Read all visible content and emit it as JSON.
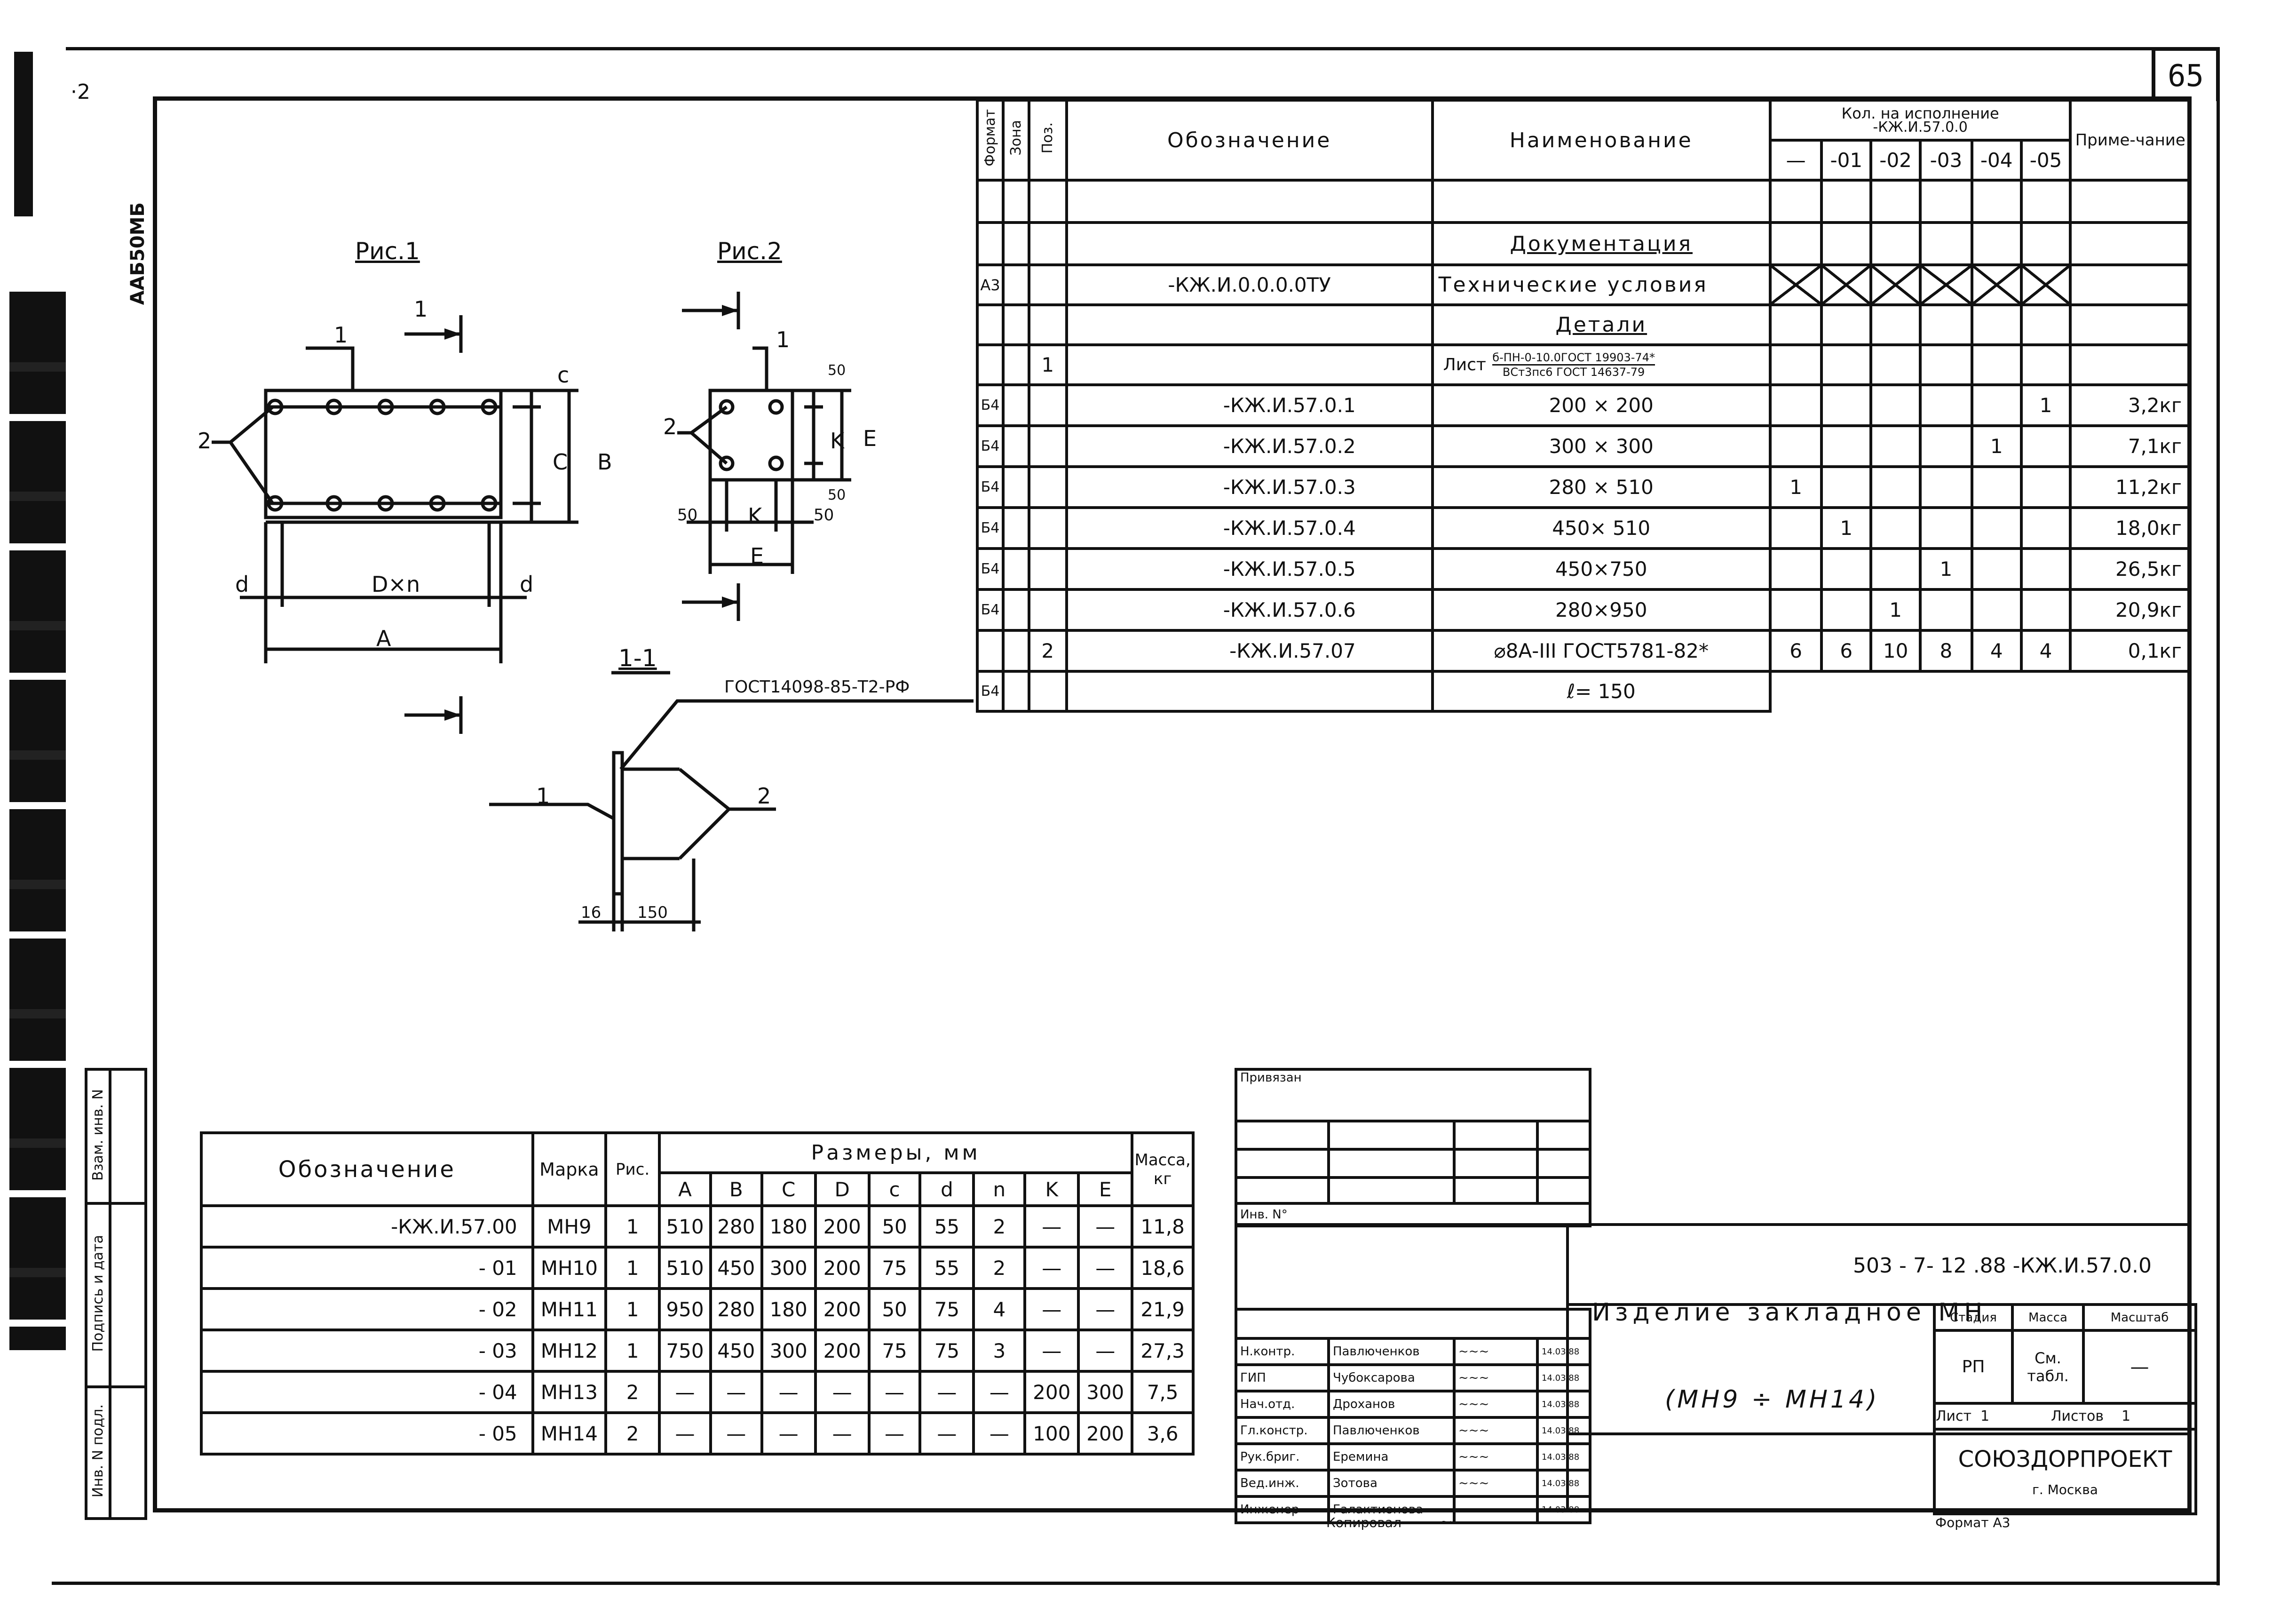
{
  "sheet_number": "65",
  "stray_mark": "·2",
  "margin_code": "ААБ50МБ",
  "figures": {
    "fig1_title": "Рис.1",
    "fig2_title": "Рис.2",
    "section_title": "1-1",
    "section_mark": "1",
    "weld_note": "ГОСТ14098-85-Т2-РФ",
    "fig1_labels": {
      "pos1": "1",
      "pos2": "2",
      "c": "c",
      "C": "C",
      "B": "B",
      "d_left": "d",
      "d_right": "d",
      "Dn": "D×n",
      "A": "A"
    },
    "fig2_labels": {
      "pos1": "1",
      "pos2": "2",
      "dim50_top": "50",
      "dim50_bot": "50",
      "K_v": "K",
      "E_v": "E",
      "dim50_left": "50",
      "K_h": "K",
      "dim50_right": "50",
      "E_h": "E"
    },
    "section_labels": {
      "pos1": "1",
      "pos2": "2",
      "t": "16",
      "len": "150"
    }
  },
  "spec": {
    "col_format": "Формат",
    "col_zone": "Зона",
    "col_pos": "Поз.",
    "col_designation": "Обозначение",
    "col_name": "Наименование",
    "col_qty_title": "Кол. на исполнение",
    "col_qty_sub": "-КЖ.И.57.0.0",
    "qty_cols": [
      "—",
      "-01",
      "-02",
      "-03",
      "-04",
      "-05"
    ],
    "col_note": "Приме-чание",
    "section_docs": "Документация",
    "doc_row": {
      "format": "А3",
      "designation": "-КЖ.И.0.0.0.0ТУ",
      "name": "Технические условия"
    },
    "section_parts": "Детали",
    "sheet_row": {
      "pos": "1",
      "name_prefix": "Лист",
      "name_top": "б-ПН-0-10.0ГОСТ 19903-74*",
      "name_bot": "ВСт3пс6 ГОСТ 14637-79"
    },
    "rows": [
      {
        "format": "Б4",
        "designation": "-КЖ.И.57.0.1",
        "name": "200 × 200",
        "q": [
          "",
          "",
          "",
          "",
          "",
          "1"
        ],
        "note": "3,2кг"
      },
      {
        "format": "Б4",
        "designation": "-КЖ.И.57.0.2",
        "name": "300 × 300",
        "q": [
          "",
          "",
          "",
          "",
          "1",
          ""
        ],
        "note": "7,1кг"
      },
      {
        "format": "Б4",
        "designation": "-КЖ.И.57.0.3",
        "name": "280 × 510",
        "q": [
          "1",
          "",
          "",
          "",
          "",
          ""
        ],
        "note": "11,2кг"
      },
      {
        "format": "Б4",
        "designation": "-КЖ.И.57.0.4",
        "name": "450× 510",
        "q": [
          "",
          "1",
          "",
          "",
          "",
          ""
        ],
        "note": "18,0кг"
      },
      {
        "format": "Б4",
        "designation": "-КЖ.И.57.0.5",
        "name": "450×750",
        "q": [
          "",
          "",
          "",
          "1",
          "",
          ""
        ],
        "note": "26,5кг"
      },
      {
        "format": "Б4",
        "designation": "-КЖ.И.57.0.6",
        "name": "280×950",
        "q": [
          "",
          "",
          "1",
          "",
          "",
          ""
        ],
        "note": "20,9кг"
      }
    ],
    "bar_row": {
      "pos": "2",
      "designation": "-КЖ.И.57.07",
      "name": "⌀8А-III ГОСТ5781-82*",
      "q": [
        "6",
        "6",
        "10",
        "8",
        "4",
        "4"
      ],
      "note": "0,1кг"
    },
    "bar_row2": {
      "format": "Б4",
      "name": "ℓ= 150"
    }
  },
  "dims_table": {
    "col_designation": "Обозначение",
    "col_mark": "Марка",
    "col_fig": "Рис.",
    "col_sizes": "Размеры, мм",
    "size_cols": [
      "A",
      "B",
      "C",
      "D",
      "c",
      "d",
      "n",
      "K",
      "E"
    ],
    "col_mass": "Масса, кг",
    "rows": [
      {
        "designation": "-КЖ.И.57.00",
        "mark": "МН9",
        "fig": "1",
        "sizes": [
          "510",
          "280",
          "180",
          "200",
          "50",
          "55",
          "2",
          "—",
          "—"
        ],
        "mass": "11,8"
      },
      {
        "designation": "- 01",
        "mark": "МН10",
        "fig": "1",
        "sizes": [
          "510",
          "450",
          "300",
          "200",
          "75",
          "55",
          "2",
          "—",
          "—"
        ],
        "mass": "18,6"
      },
      {
        "designation": "- 02",
        "mark": "МН11",
        "fig": "1",
        "sizes": [
          "950",
          "280",
          "180",
          "200",
          "50",
          "75",
          "4",
          "—",
          "—"
        ],
        "mass": "21,9"
      },
      {
        "designation": "- 03",
        "mark": "МН12",
        "fig": "1",
        "sizes": [
          "750",
          "450",
          "300",
          "200",
          "75",
          "75",
          "3",
          "—",
          "—"
        ],
        "mass": "27,3"
      },
      {
        "designation": "- 04",
        "mark": "МН13",
        "fig": "2",
        "sizes": [
          "—",
          "—",
          "—",
          "—",
          "—",
          "—",
          "—",
          "200",
          "300"
        ],
        "mass": "7,5"
      },
      {
        "designation": "- 05",
        "mark": "МН14",
        "fig": "2",
        "sizes": [
          "—",
          "—",
          "—",
          "—",
          "—",
          "—",
          "—",
          "100",
          "200"
        ],
        "mass": "3,6"
      }
    ]
  },
  "side_stamp": [
    "Взам. инв. N",
    "Подпись и дата",
    "Инв. N подл."
  ],
  "stamp": {
    "approved": "Привязан",
    "inv_no": "Инв. N°",
    "code": "503 - 7- 12 .88 -КЖ.И.57.0.0",
    "title_line1": "Изделие закладное МН",
    "title_line2": "(МН9 ÷ МН14)",
    "stage_label": "Стадия",
    "mass_label": "Масса",
    "scale_label": "Масштаб",
    "stage": "РП",
    "mass": "См. табл.",
    "scale": "—",
    "sheet_label": "Лист",
    "sheet": "1",
    "sheets_label": "Листов",
    "sheets": "1",
    "org": "СОЮЗДОРПРОЕКТ",
    "city": "г. Москва",
    "roles": [
      {
        "role": "Н.контр.",
        "name": "Павлюченков",
        "date": "14.03.88"
      },
      {
        "role": "ГИП",
        "name": "Чубоксарова",
        "date": "14.03.88"
      },
      {
        "role": "Нач.отд.",
        "name": "Дроханов",
        "date": "14.03.88"
      },
      {
        "role": "Гл.констр.",
        "name": "Павлюченков",
        "date": "14.03.88"
      },
      {
        "role": "Рук.бриг.",
        "name": "Еремина",
        "date": "14.03.88"
      },
      {
        "role": "Вед.инж.",
        "name": "Зотова",
        "date": "14.03.88"
      },
      {
        "role": "Инженер",
        "name": "Галактионова",
        "date": "14.03.88"
      }
    ],
    "copied": "Копировал",
    "format": "Формат А3"
  }
}
